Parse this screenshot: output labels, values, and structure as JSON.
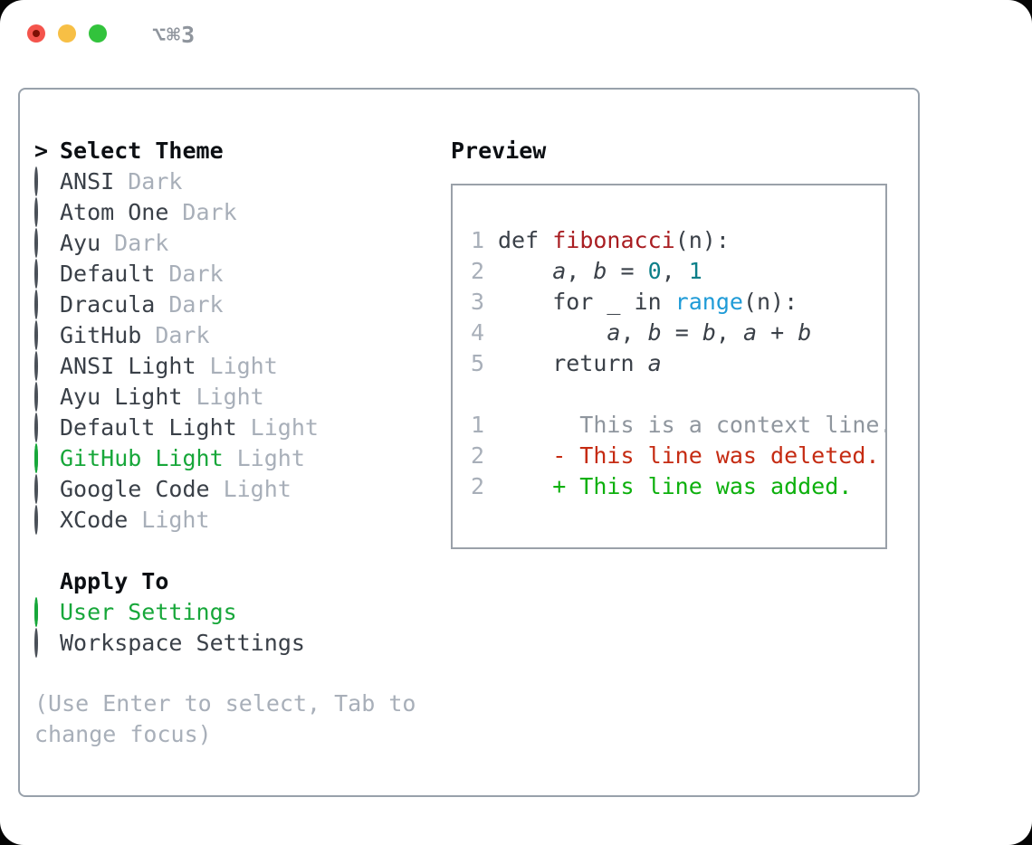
{
  "titlebar": {
    "title": "⌥⌘3",
    "traffic_light_colors": {
      "close": "#f4544c",
      "minimize": "#f7bf45",
      "zoom": "#32c33c"
    }
  },
  "colors": {
    "accent_green": "#17a73a",
    "muted": "#a8afb9",
    "text": "#3a4048",
    "panel_border": "#98a1ab",
    "func_red": "#a91e22",
    "number_teal": "#0c7f89",
    "builtin_blue": "#1f9bd7",
    "diff_deleted": "#c52b12",
    "diff_added": "#0db00d",
    "diff_context": "#8f969e"
  },
  "theme_list": {
    "header_prefix": ">",
    "header": "Select Theme",
    "items": [
      {
        "name": "ANSI",
        "variant": "Dark",
        "selected": false
      },
      {
        "name": "Atom One",
        "variant": "Dark",
        "selected": false
      },
      {
        "name": "Ayu",
        "variant": "Dark",
        "selected": false
      },
      {
        "name": "Default",
        "variant": "Dark",
        "selected": false
      },
      {
        "name": "Dracula",
        "variant": "Dark",
        "selected": false
      },
      {
        "name": "GitHub",
        "variant": "Dark",
        "selected": false
      },
      {
        "name": "ANSI Light",
        "variant": "Light",
        "selected": false
      },
      {
        "name": "Ayu Light",
        "variant": "Light",
        "selected": false
      },
      {
        "name": "Default Light",
        "variant": "Light",
        "selected": false
      },
      {
        "name": "GitHub Light",
        "variant": "Light",
        "selected": true
      },
      {
        "name": "Google Code",
        "variant": "Light",
        "selected": false
      },
      {
        "name": "XCode",
        "variant": "Light",
        "selected": false
      }
    ]
  },
  "apply_to": {
    "header": "Apply To",
    "items": [
      {
        "name": "User Settings",
        "selected": true
      },
      {
        "name": "Workspace Settings",
        "selected": false
      }
    ]
  },
  "hint": {
    "lines": [
      "(Use Enter to select, Tab to",
      "change focus)"
    ]
  },
  "preview": {
    "title": "Preview",
    "code_lines": [
      {
        "num": "1",
        "segments": [
          [
            "d",
            "def "
          ],
          [
            "f",
            "fibonacci"
          ],
          [
            "d",
            "(n):"
          ]
        ]
      },
      {
        "num": "2",
        "segments": [
          [
            "d",
            "    "
          ],
          [
            "v",
            "a"
          ],
          [
            "d",
            ", "
          ],
          [
            "v",
            "b"
          ],
          [
            "d",
            " = "
          ],
          [
            "n",
            "0"
          ],
          [
            "d",
            ", "
          ],
          [
            "n",
            "1"
          ]
        ]
      },
      {
        "num": "3",
        "segments": [
          [
            "d",
            "    for _ in "
          ],
          [
            "b",
            "range"
          ],
          [
            "d",
            "(n):"
          ]
        ]
      },
      {
        "num": "4",
        "segments": [
          [
            "d",
            "        "
          ],
          [
            "v",
            "a"
          ],
          [
            "d",
            ", "
          ],
          [
            "v",
            "b"
          ],
          [
            "d",
            " = "
          ],
          [
            "v",
            "b"
          ],
          [
            "d",
            ", "
          ],
          [
            "v",
            "a"
          ],
          [
            "d",
            " + "
          ],
          [
            "v",
            "b"
          ]
        ]
      },
      {
        "num": "5",
        "segments": [
          [
            "d",
            "    return "
          ],
          [
            "v",
            "a"
          ]
        ]
      },
      {
        "num": "",
        "segments": []
      },
      {
        "num": "1",
        "segments": [
          [
            "ctx",
            "      This is a context line."
          ]
        ]
      },
      {
        "num": "2",
        "segments": [
          [
            "del",
            "    - This line was deleted."
          ]
        ]
      },
      {
        "num": "2",
        "segments": [
          [
            "add",
            "    + This line was added."
          ]
        ]
      }
    ]
  }
}
